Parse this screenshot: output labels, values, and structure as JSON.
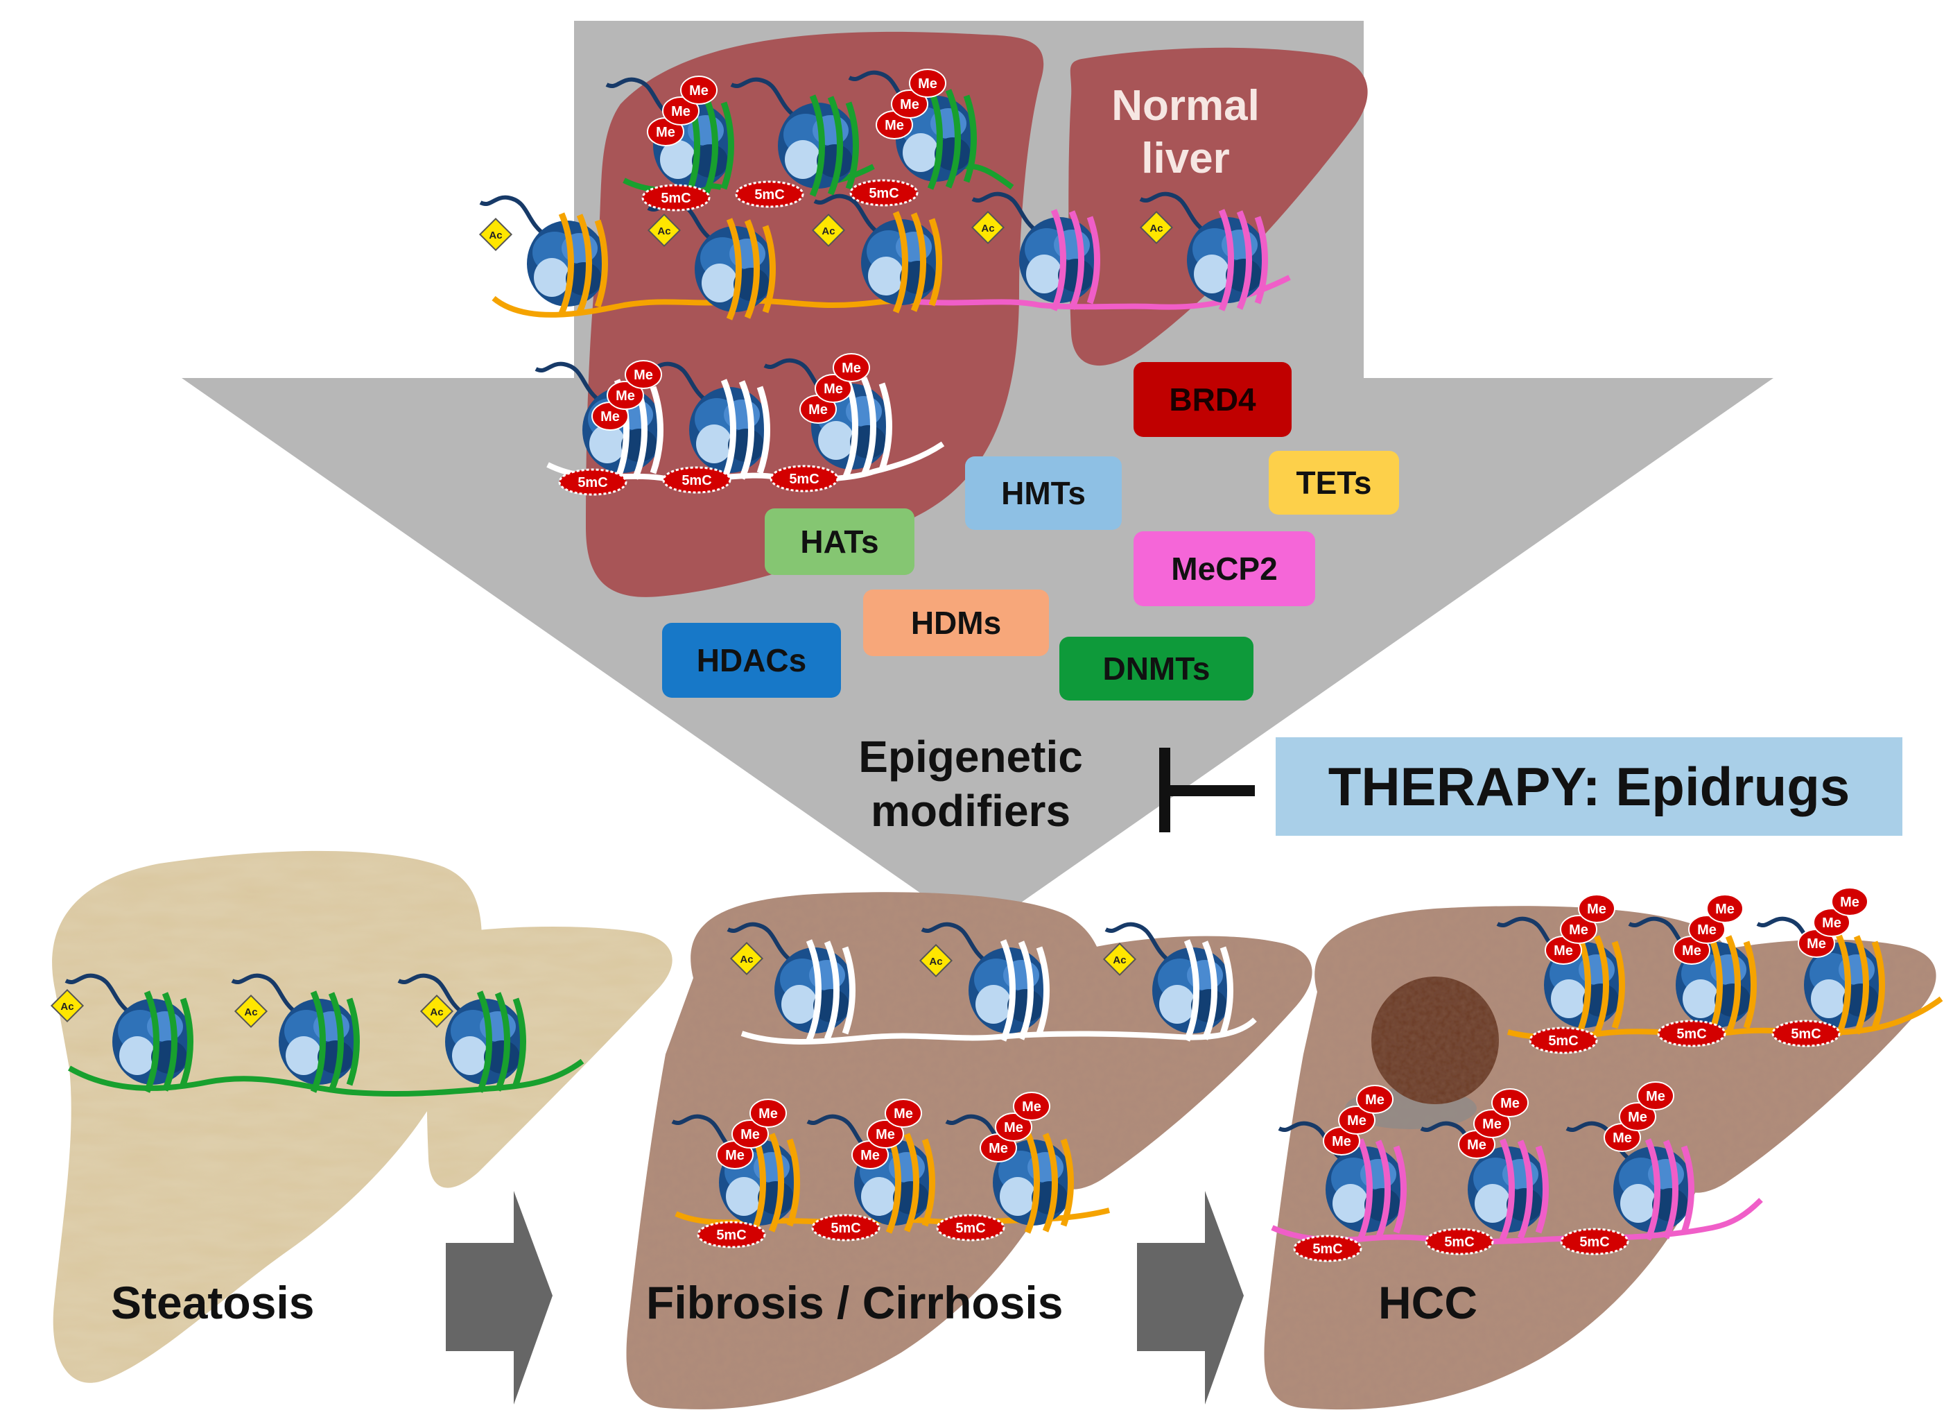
{
  "labels": {
    "normal_liver_1": "Normal",
    "normal_liver_2": "liver",
    "epigenetic_1": "Epigenetic",
    "epigenetic_2": "modifiers",
    "therapy": "THERAPY: Epidrugs",
    "steatosis": "Steatosis",
    "fibrosis": "Fibrosis / Cirrhosis",
    "hcc": "HCC"
  },
  "marks": {
    "me": "Me",
    "ac": "Ac",
    "fivemc": "5mC"
  },
  "modifiers": [
    {
      "label": "BRD4",
      "color": "#c00000"
    },
    {
      "label": "HMTs",
      "color": "#8ec0e4"
    },
    {
      "label": "TETs",
      "color": "#fdd04a"
    },
    {
      "label": "HATs",
      "color": "#85c672"
    },
    {
      "label": "MeCP2",
      "color": "#f566d8"
    },
    {
      "label": "HDMs",
      "color": "#f7a77a"
    },
    {
      "label": "HDACs",
      "color": "#1778c8"
    },
    {
      "label": "DNMTs",
      "color": "#0e9a3a"
    }
  ],
  "colors": {
    "arrow_gray": "#b7b7b7",
    "normal_liver": "#a85557",
    "steatosis_liver": "#dac8a0",
    "fibrosis_liver": "#ad8a7a",
    "dna_green": "#18a02e",
    "dna_orange": "#f5a300",
    "dna_pink": "#f05ec8",
    "dna_white": "#ffffff",
    "me_red": "#d30000",
    "ac_yellow": "#ffe600",
    "nucleosome_dark": "#1a4f8c",
    "nucleosome_light": "#bcd8f2",
    "step_arrow": "#666666"
  },
  "icons": [
    "nucleosome-icon",
    "methyl-mark-icon",
    "acetyl-mark-icon",
    "5mc-mark-icon",
    "inhibition-icon"
  ]
}
